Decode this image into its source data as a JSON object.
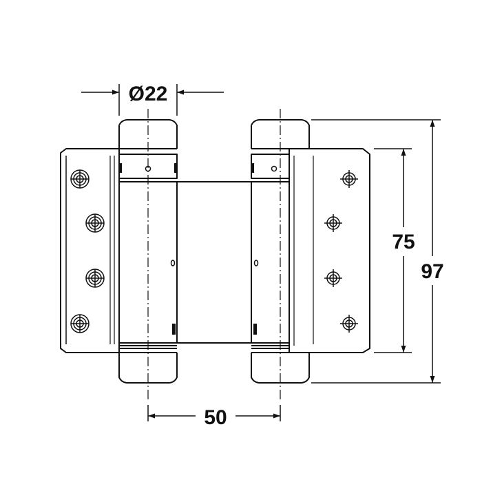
{
  "dimensions": {
    "barrel_diameter": "Ø22",
    "pin_spacing": "50",
    "leaf_height": "75",
    "overall_height": "97"
  },
  "colors": {
    "line": "#111111",
    "background": "#ffffff"
  }
}
